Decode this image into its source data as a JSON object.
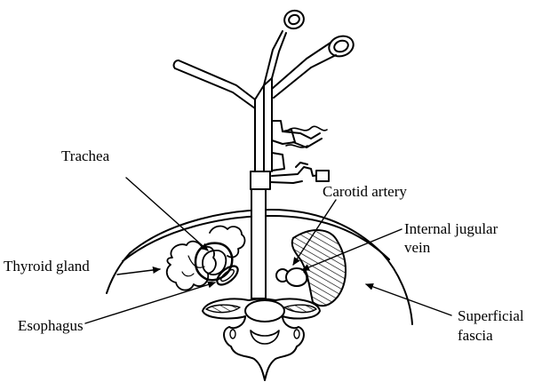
{
  "labels": {
    "trachea": "Trachea",
    "carotid_artery": "Carotid artery",
    "internal_jugular_line1": "Internal jugular",
    "internal_jugular_line2": "vein",
    "thyroid_gland": "Thyroid gland",
    "esophagus": "Esophagus",
    "superficial_line1": "Superficial",
    "superficial_line2": "fascia"
  },
  "colors": {
    "ink": "#000000",
    "background": "#ffffff"
  },
  "icons": {
    "instrument": "scissors-endoscope-icon",
    "vertebra": "vertebra-icon"
  }
}
